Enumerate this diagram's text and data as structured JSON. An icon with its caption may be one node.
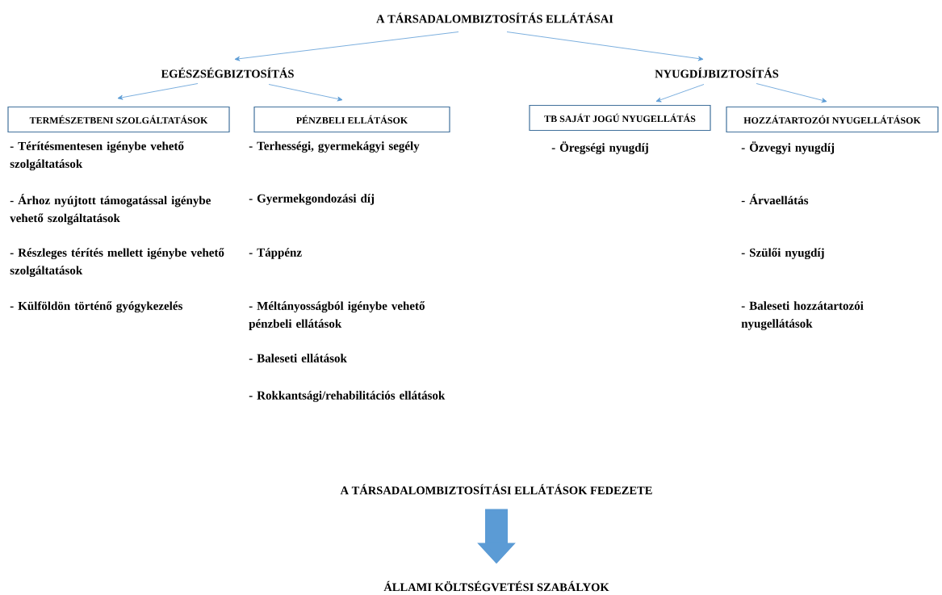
{
  "diagram": {
    "nodes": [
      {
        "text": [
          "A TÁRSADALOMBIZTOSÍTÁS ELLÁTÁSAI"
        ]
      },
      {
        "text": [
          "EGÉSZSÉGBIZTOSÍTÁS"
        ]
      },
      {
        "text": [
          "NYUGDÍJBIZTOSÍTÁS"
        ]
      },
      {
        "text": [
          "TERMÉSZETBENI SZOLGÁLTATÁSOK"
        ],
        "beside": [
          "- Térítésmentesen igénybe vehető szolgáltatások",
          "- Árhoz nyújtott támogatással igénybe vehető szolgáltatások",
          "- Részleges térítés mellett igénybe vehető szolgáltatások",
          "- Külföldön történő gyógykezelés"
        ]
      },
      {
        "text": [
          "PÉNZBELI ELLÁTÁSOK"
        ],
        "beside": [
          "- Terhességi, gyermekágyi segély",
          "- Gyermekgondozási díj",
          "- Táppénz",
          "- Méltányosságból igénybe vehető pénzbeli ellátások",
          "- Baleseti ellátások",
          "- Rokkantsági/rehabilitációs ellátások"
        ]
      },
      {
        "text": [
          "TB SAJÁT JOGÚ NYUGELLÁTÁS"
        ],
        "beside": [
          "- Öregségi nyugdíj"
        ]
      },
      {
        "text": [
          "HOZZÁTARTOZÓI NYUGELLÁTÁSOK"
        ],
        "beside": [
          "- Özvegyi nyugdíj",
          "- Árvaellátás",
          "- Szülői nyugdíj",
          "- Baleseti hozzátartozói nyugellátások"
        ]
      },
      {
        "text": [
          "A TÁRSADALOMBIZTOSÍTÁSI ELLÁTÁSOK FEDEZETE"
        ]
      },
      {
        "text": [
          "ÁLLAMI KÖLTSÉGVETÉSI SZABÁLYOK"
        ]
      }
    ],
    "edges": [
      {
        "from": 0,
        "to": 1,
        "arrow": "to"
      },
      {
        "from": 0,
        "to": 2,
        "arrow": "to"
      },
      {
        "from": 1,
        "to": 3,
        "arrow": "to"
      },
      {
        "from": 1,
        "to": 4,
        "arrow": "to"
      },
      {
        "from": 2,
        "to": 5,
        "arrow": "to"
      },
      {
        "from": 2,
        "to": 6,
        "arrow": "to"
      },
      {
        "from": 7,
        "to": 8,
        "arrow": "to",
        "style": "thick"
      }
    ]
  }
}
